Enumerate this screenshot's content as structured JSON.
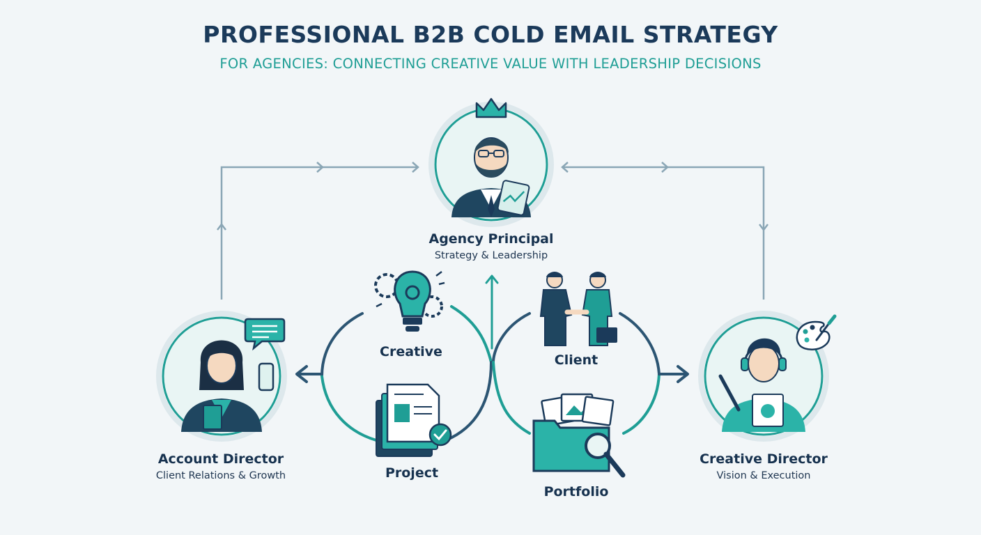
{
  "header": {
    "title": "PROFESSIONAL B2B COLD EMAIL STRATEGY",
    "subtitle": "FOR AGENCIES: CONNECTING CREATIVE VALUE WITH LEADERSHIP DECISIONS"
  },
  "roles": {
    "principal": {
      "name": "Agency Principal",
      "description": "Strategy & Leadership"
    },
    "account": {
      "name": "Account Director",
      "description": "Client Relations & Growth"
    },
    "creative": {
      "name": "Creative Director",
      "description": "Vision & Execution"
    }
  },
  "concepts": {
    "creative": "Creative",
    "project": "Project",
    "client": "Client",
    "portfolio": "Portfolio"
  },
  "colors": {
    "navy": "#17324f",
    "teal": "#1f9e95",
    "connector": "#8aa6b5",
    "background": "#f2f6f8"
  }
}
